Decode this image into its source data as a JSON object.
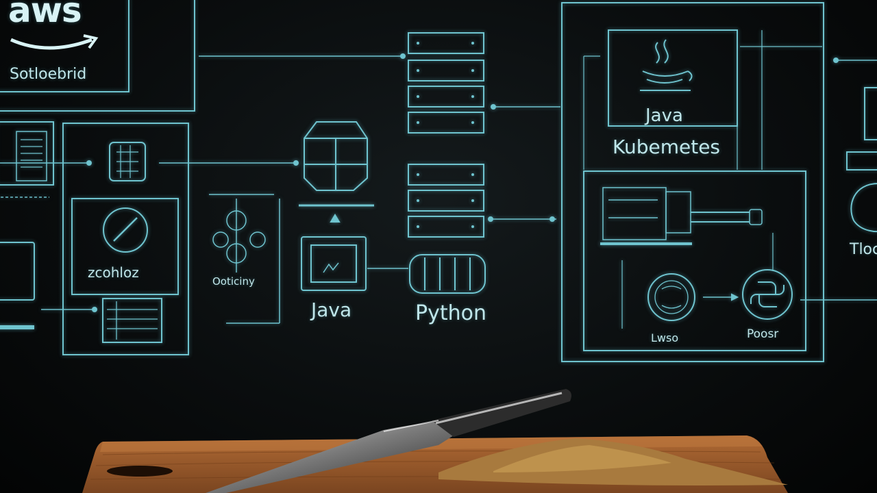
{
  "colors": {
    "line": "#6fc4cf",
    "line_dim": "#3f7e88",
    "text": "#bfe6ea",
    "board": "#9a5c2c",
    "spice": "#b8894a"
  },
  "labels": {
    "aws_logo": "aws",
    "aws_sub": "Sotloebrid",
    "left_node": "zcohloz",
    "mid_node": "Ooticiny",
    "java_center": "Java",
    "python_center": "Python",
    "java_right": "Java",
    "kubernetes": "Kubemetes",
    "bottom_left_right": "Lwso",
    "bottom_right_right": "Poosr",
    "edge_right": "Tloc"
  },
  "icons": [
    "aws-logo",
    "server-rack-icon",
    "circuit-chip-icon",
    "compass-icon",
    "molecule-icon",
    "cube-icon",
    "terminal-icon",
    "database-cylinder-icon",
    "java-cup-icon",
    "machine-icon",
    "gear-face-icon",
    "python-icon",
    "monitor-icon",
    "knife-icon",
    "cutting-board",
    "spice-pile"
  ]
}
